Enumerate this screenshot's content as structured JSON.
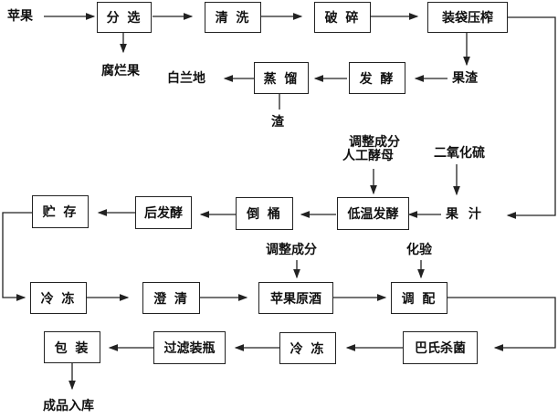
{
  "title": "苹果酒生产工艺流程",
  "nodes": {
    "apple": "苹果",
    "sort": "分 选",
    "rotten": "腐烂果",
    "wash": "清 洗",
    "crush": "破 碎",
    "press": "装袋压榨",
    "pomace": "果渣",
    "ferment1": "发 酵",
    "distill": "蒸 馏",
    "brandy": "白兰地",
    "residue": "渣",
    "adjust_yeast_1": "调整成分",
    "adjust_yeast_2": "人工酵母",
    "so2": "二氧化硫",
    "juice": "果 汁",
    "low_temp_ferment": "低温发酵",
    "rack": "倒 桶",
    "post_ferment": "后发酵",
    "storage": "贮 存",
    "freeze1": "冷 冻",
    "clarify": "澄 清",
    "adjust2": "调整成分",
    "base_wine": "苹果原酒",
    "assay": "化验",
    "blend": "调 配",
    "pasteurize": "巴氏杀菌",
    "freeze2": "冷 冻",
    "filter_bottle": "过滤装瓶",
    "pack": "包 装",
    "warehouse": "成品入库"
  }
}
